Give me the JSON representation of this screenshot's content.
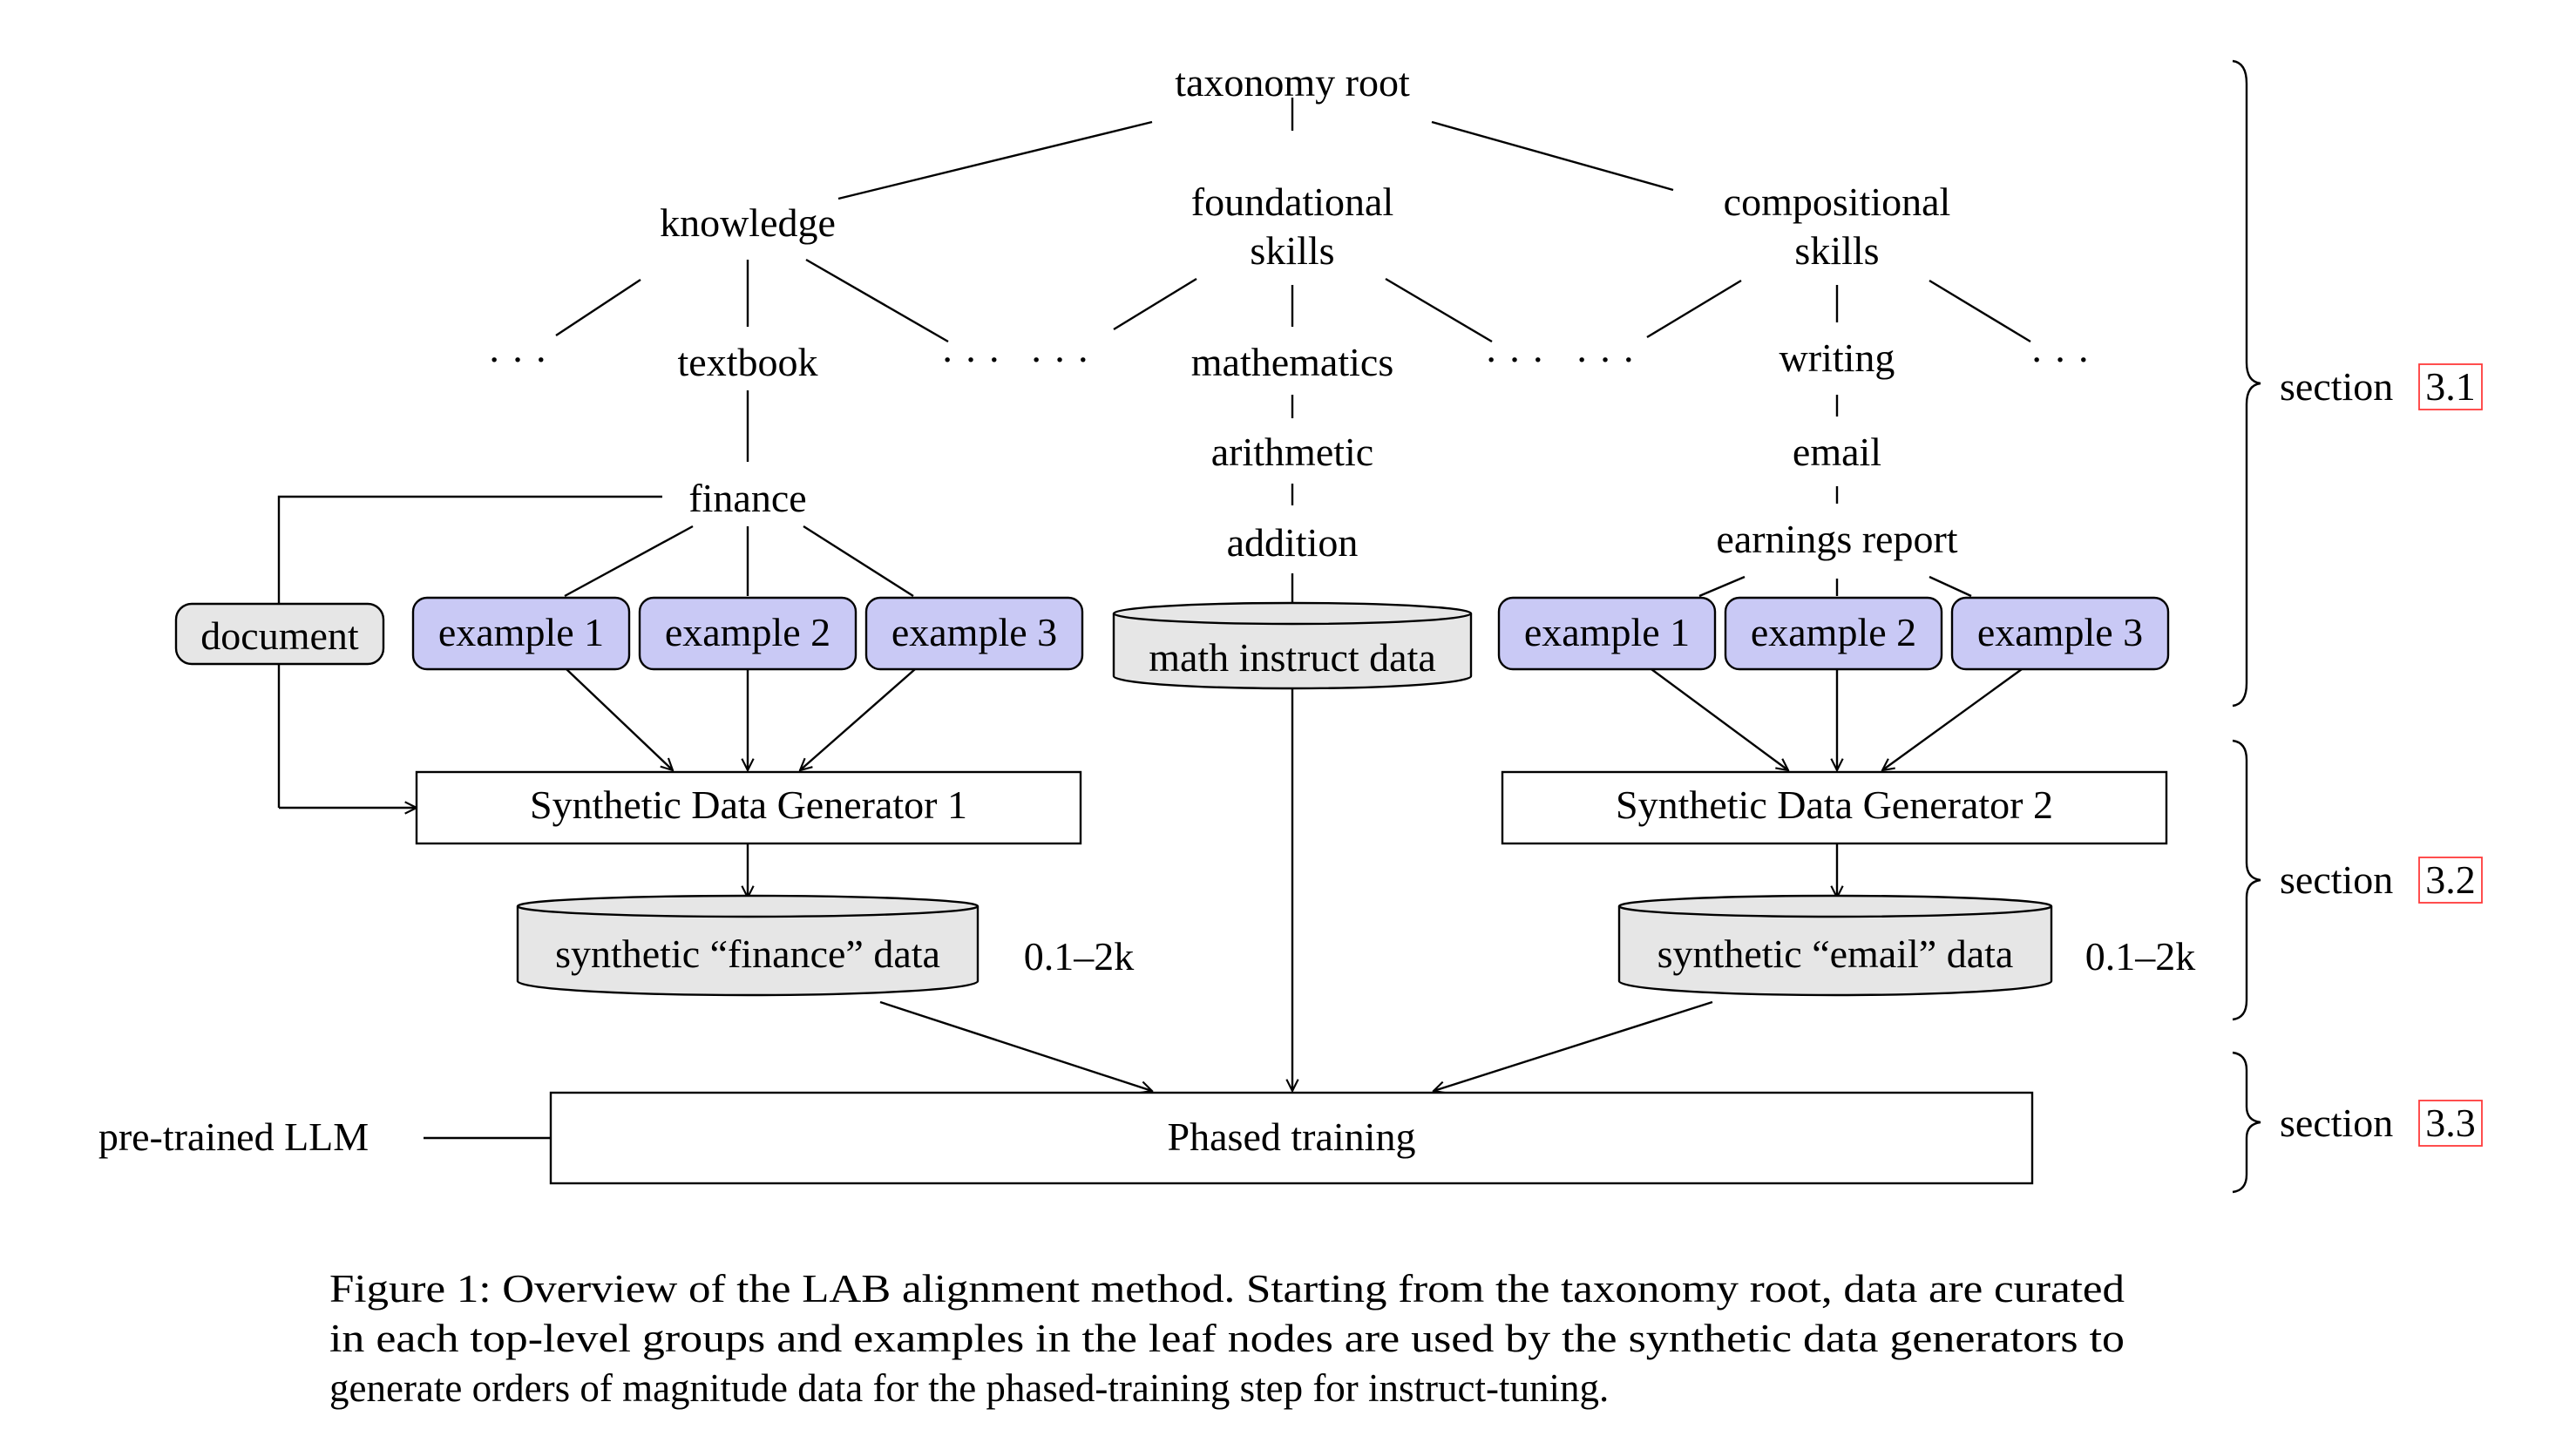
{
  "tree": {
    "root": "taxonomy root",
    "knowledge": "knowledge",
    "foundational": [
      "foundational",
      "skills"
    ],
    "compositional": [
      "compositional",
      "skills"
    ],
    "textbook": "textbook",
    "mathematics": "mathematics",
    "writing": "writing",
    "finance": "finance",
    "arithmetic": "arithmetic",
    "email": "email",
    "addition": "addition",
    "earnings_report": "earnings report",
    "ellipsis": "· · ·"
  },
  "examples": [
    "example 1",
    "example 2",
    "example 3"
  ],
  "document": "document",
  "math_data": "math instruct data",
  "generator1": "Synthetic Data Generator 1",
  "generator2": "Synthetic Data Generator 2",
  "synth_finance": "synthetic “finance” data",
  "synth_email": "synthetic “email” data",
  "data_size": "0.1–2k",
  "phased_training": "Phased training",
  "pretrained": "pre-trained LLM",
  "sections": {
    "prefix": "section",
    "s1": "3.1",
    "s2": "3.2",
    "s3": "3.3"
  },
  "caption": [
    "Figure 1: Overview of the LAB alignment method. Starting from the taxonomy root, data are curated",
    "in each top-level groups and examples in the leaf nodes are used by the synthetic data generators to",
    "generate orders of magnitude data for the phased-training step for instruct-tuning."
  ],
  "colors": {
    "example_fill": "#c9c9f5",
    "data_fill": "#e6e6e6",
    "reference_box": "#ff3b3b"
  }
}
